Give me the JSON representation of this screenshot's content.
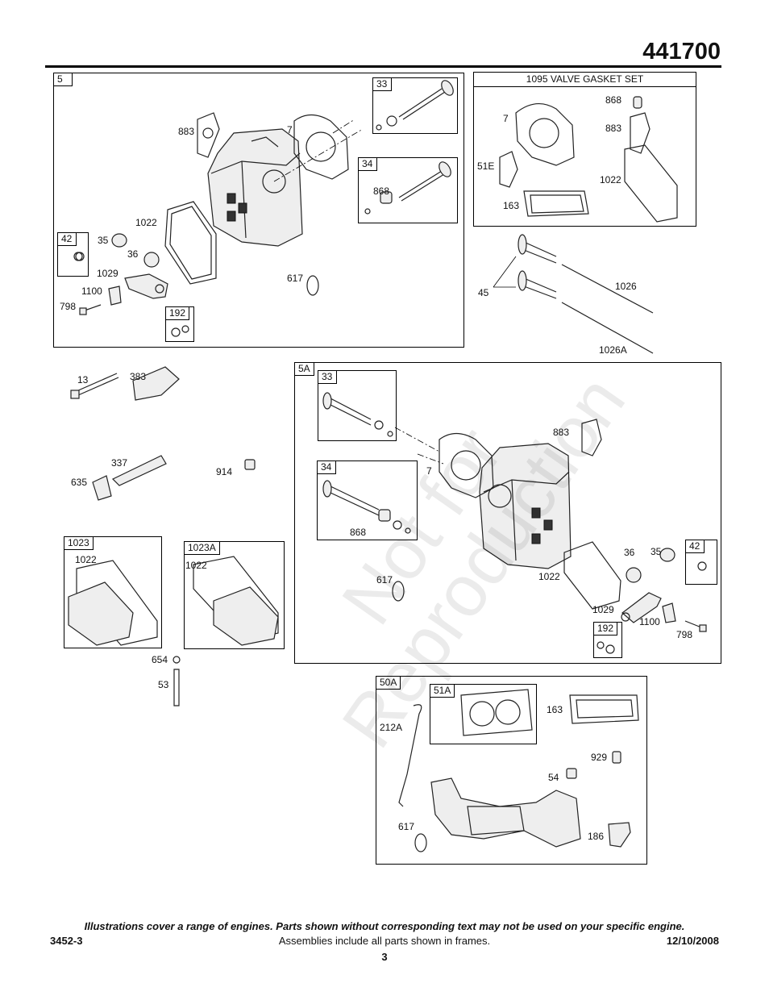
{
  "header": {
    "model": "441700"
  },
  "frames": {
    "f5": {
      "tag": "5"
    },
    "f33a": {
      "tag": "33"
    },
    "f34a": {
      "tag": "34"
    },
    "f42a": {
      "tag": "42"
    },
    "f192a": {
      "tag": "192"
    },
    "f1095": {
      "title": "1095 VALVE GASKET SET"
    },
    "f5a": {
      "tag": "5A"
    },
    "f33b": {
      "tag": "33"
    },
    "f34b": {
      "tag": "34"
    },
    "f42b": {
      "tag": "42"
    },
    "f192b": {
      "tag": "192"
    },
    "f1023": {
      "tag": "1023"
    },
    "f1023a": {
      "tag": "1023A"
    },
    "f50a": {
      "tag": "50A"
    },
    "f51a": {
      "tag": "51A"
    }
  },
  "labels": {
    "a883": "883",
    "a7": "7",
    "a1022": "1022",
    "a35": "35",
    "a36": "36",
    "a1029": "1029",
    "a1100": "1100",
    "a798": "798",
    "a617": "617",
    "a868": "868",
    "g868": "868",
    "g7": "7",
    "g883": "883",
    "g51e": "51E",
    "g1022": "1022",
    "g163": "163",
    "v45": "45",
    "v1026": "1026",
    "v1026a": "1026A",
    "m13": "13",
    "m383": "383",
    "m337": "337",
    "m635": "635",
    "m914": "914",
    "c1022": "1022",
    "c1022b": "1022",
    "m654": "654",
    "m53": "53",
    "b883": "883",
    "b7": "7",
    "b868": "868",
    "b617": "617",
    "b1022": "1022",
    "b36": "36",
    "b35": "35",
    "b1029": "1029",
    "b1100": "1100",
    "b798": "798",
    "e212a": "212A",
    "e163": "163",
    "e929": "929",
    "e54": "54",
    "e617": "617",
    "e186": "186"
  },
  "watermark": {
    "line1": "Not for",
    "line2": "Reproduction"
  },
  "footer": {
    "note": "Illustrations cover a range of engines. Parts shown without corresponding text may not be used on your specific engine.",
    "code": "3452-3",
    "assemblies": "Assemblies include all parts shown in frames.",
    "date": "12/10/2008",
    "page": "3"
  },
  "icons": [
    "cylinder-head-icon",
    "valve-icon",
    "gasket-icon",
    "spring-icon",
    "rocker-arm-icon",
    "bolt-icon",
    "spark-plug-icon",
    "valve-cover-icon",
    "exhaust-manifold-icon",
    "o-ring-icon",
    "push-rod-icon"
  ]
}
